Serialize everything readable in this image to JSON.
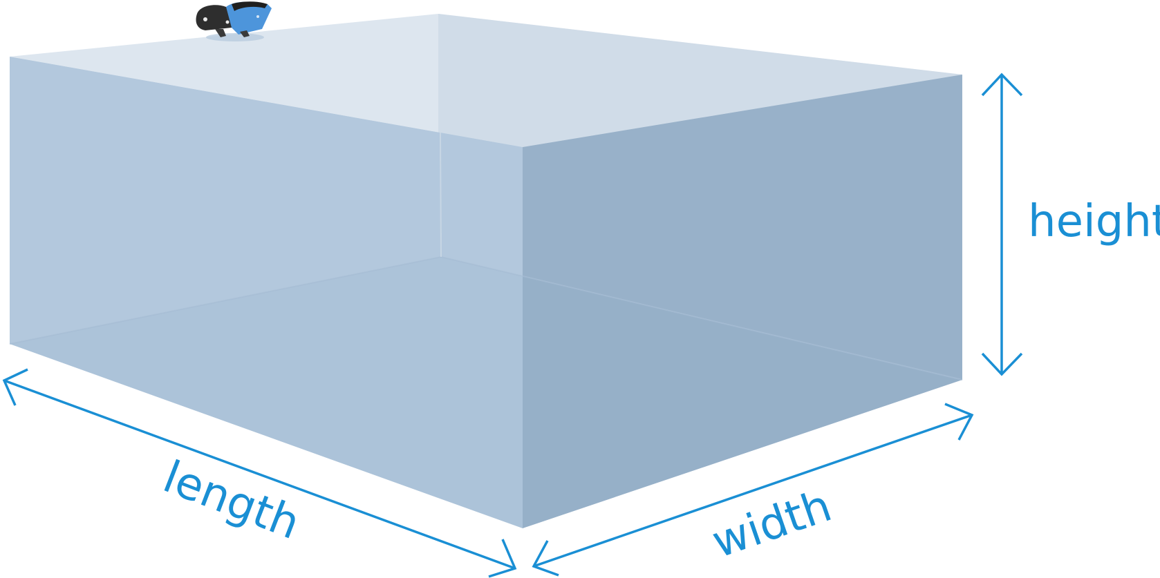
{
  "labels": {
    "length": "length",
    "width": "width",
    "height": "height"
  },
  "colors": {
    "accent": "#1a8fd4",
    "front_face": "#b3c8dd",
    "right_face": "#98b1c9",
    "top_face": "#dde6ef",
    "device_body": "#2b2b2b",
    "device_accent": "#4a90d9"
  },
  "icons": {
    "device": "underwater-drone-icon"
  }
}
